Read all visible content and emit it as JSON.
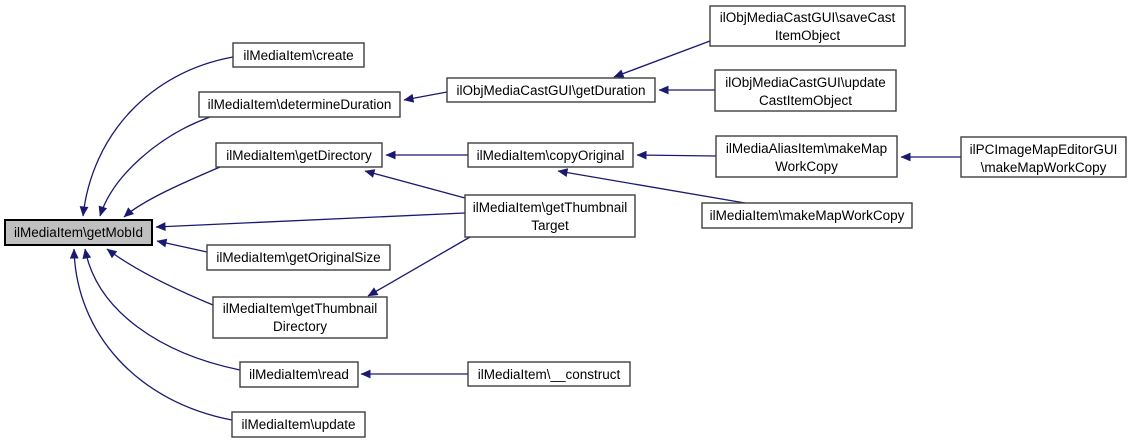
{
  "diagram": {
    "kind": "doxygen-caller-graph",
    "colors": {
      "edge": "#191970",
      "node_border": "#3f3f3f",
      "node_fill": "#ffffff",
      "highlight_fill": "#bfbfbf",
      "text": "#000000",
      "background": "#ffffff"
    },
    "nodes": {
      "get_mob_id": {
        "label": "ilMediaItem\\getMobId",
        "highlighted": true
      },
      "create": {
        "label": "ilMediaItem\\create"
      },
      "determine_duration": {
        "label": "ilMediaItem\\determineDuration"
      },
      "get_directory": {
        "label": "ilMediaItem\\getDirectory"
      },
      "get_thumbnail_target": {
        "line1": "ilMediaItem\\getThumbnail",
        "line2": "Target"
      },
      "get_original_size": {
        "label": "ilMediaItem\\getOriginalSize"
      },
      "get_thumbnail_directory": {
        "line1": "ilMediaItem\\getThumbnail",
        "line2": "Directory"
      },
      "read": {
        "label": "ilMediaItem\\read"
      },
      "update": {
        "label": "ilMediaItem\\update"
      },
      "get_duration": {
        "label": "ilObjMediaCastGUI\\getDuration"
      },
      "save_cast_item_object": {
        "line1": "ilObjMediaCastGUI\\saveCast",
        "line2": "ItemObject"
      },
      "update_cast_item_object": {
        "line1": "ilObjMediaCastGUI\\update",
        "line2": "CastItemObject"
      },
      "copy_original": {
        "label": "ilMediaItem\\copyOriginal"
      },
      "alias_make_map_work_copy": {
        "line1": "ilMediaAliasItem\\makeMap",
        "line2": "WorkCopy"
      },
      "pc_image_map_editor_gui": {
        "line1": "ilPCImageMapEditorGUI",
        "line2": "\\makeMapWorkCopy"
      },
      "media_item_make_map_work_copy": {
        "label": "ilMediaItem\\makeMapWorkCopy"
      },
      "construct": {
        "label": "ilMediaItem\\__construct"
      }
    },
    "edges": [
      {
        "from": "ilMediaItem\\create",
        "to": "ilMediaItem\\getMobId"
      },
      {
        "from": "ilMediaItem\\determineDuration",
        "to": "ilMediaItem\\getMobId"
      },
      {
        "from": "ilMediaItem\\getDirectory",
        "to": "ilMediaItem\\getMobId"
      },
      {
        "from": "ilMediaItem\\getThumbnailTarget",
        "to": "ilMediaItem\\getMobId"
      },
      {
        "from": "ilMediaItem\\getOriginalSize",
        "to": "ilMediaItem\\getMobId"
      },
      {
        "from": "ilMediaItem\\getThumbnailDirectory",
        "to": "ilMediaItem\\getMobId"
      },
      {
        "from": "ilMediaItem\\read",
        "to": "ilMediaItem\\getMobId"
      },
      {
        "from": "ilMediaItem\\update",
        "to": "ilMediaItem\\getMobId"
      },
      {
        "from": "ilObjMediaCastGUI\\getDuration",
        "to": "ilMediaItem\\determineDuration"
      },
      {
        "from": "ilObjMediaCastGUI\\saveCastItemObject",
        "to": "ilObjMediaCastGUI\\getDuration"
      },
      {
        "from": "ilObjMediaCastGUI\\updateCastItemObject",
        "to": "ilObjMediaCastGUI\\getDuration"
      },
      {
        "from": "ilMediaItem\\copyOriginal",
        "to": "ilMediaItem\\getDirectory"
      },
      {
        "from": "ilMediaItem\\getThumbnailTarget",
        "to": "ilMediaItem\\getDirectory"
      },
      {
        "from": "ilMediaItem\\getThumbnailTarget",
        "to": "ilMediaItem\\getThumbnailDirectory"
      },
      {
        "from": "ilMediaAliasItem\\makeMapWorkCopy",
        "to": "ilMediaItem\\copyOriginal"
      },
      {
        "from": "ilMediaItem\\makeMapWorkCopy",
        "to": "ilMediaItem\\copyOriginal"
      },
      {
        "from": "ilPCImageMapEditorGUI\\makeMapWorkCopy",
        "to": "ilMediaAliasItem\\makeMapWorkCopy"
      },
      {
        "from": "ilMediaItem\\__construct",
        "to": "ilMediaItem\\read"
      }
    ]
  }
}
